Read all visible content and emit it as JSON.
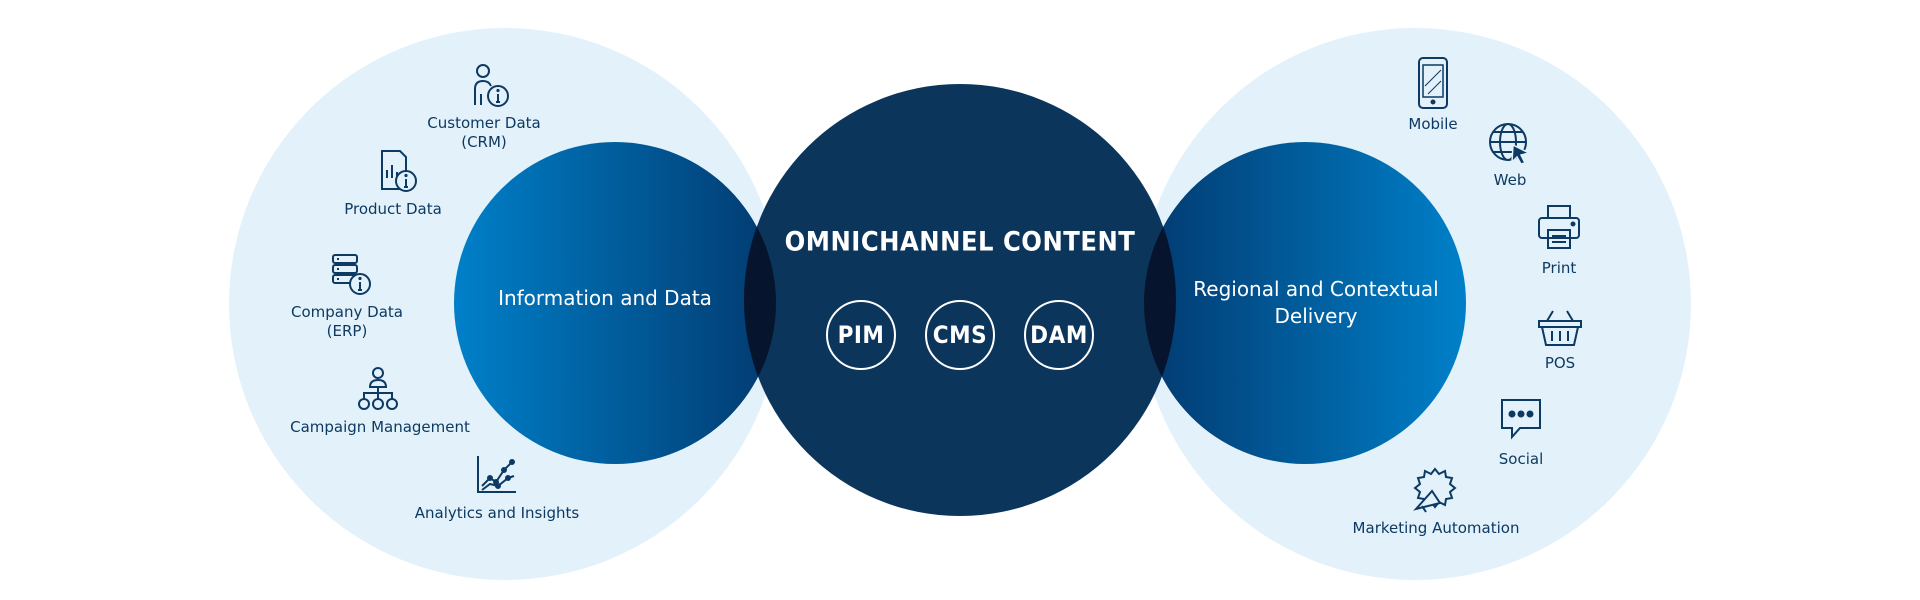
{
  "colors": {
    "outer_circle": "#e3f1fa",
    "center_circle": "#0c355c",
    "blue_light": "#0080c9",
    "blue_dark": "#023a70",
    "overlap": "#06152d",
    "text_dark": "#0d3a63"
  },
  "center": {
    "title": "OMNICHANNEL CONTENT",
    "pills": [
      "PIM",
      "CMS",
      "DAM"
    ]
  },
  "left_inner": {
    "label": "Information and Data"
  },
  "right_inner": {
    "line1": "Regional and Contextual",
    "line2": "Delivery"
  },
  "left_items": [
    {
      "icon": "customer-info-icon",
      "line1": "Customer Data",
      "line2": "(CRM)"
    },
    {
      "icon": "product-data-icon",
      "line1": "Product Data",
      "line2": ""
    },
    {
      "icon": "company-database-icon",
      "line1": "Company Data",
      "line2": "(ERP)"
    },
    {
      "icon": "org-hierarchy-icon",
      "line1": "Campaign Management",
      "line2": ""
    },
    {
      "icon": "line-chart-icon",
      "line1": "Analytics and Insights",
      "line2": ""
    }
  ],
  "right_items": [
    {
      "icon": "mobile-phone-icon",
      "label": "Mobile"
    },
    {
      "icon": "globe-cursor-icon",
      "label": "Web"
    },
    {
      "icon": "printer-icon",
      "label": "Print"
    },
    {
      "icon": "shopping-basket-icon",
      "label": "POS"
    },
    {
      "icon": "chat-bubble-icon",
      "label": "Social"
    },
    {
      "icon": "megaphone-gear-icon",
      "label": "Marketing Automation"
    }
  ]
}
